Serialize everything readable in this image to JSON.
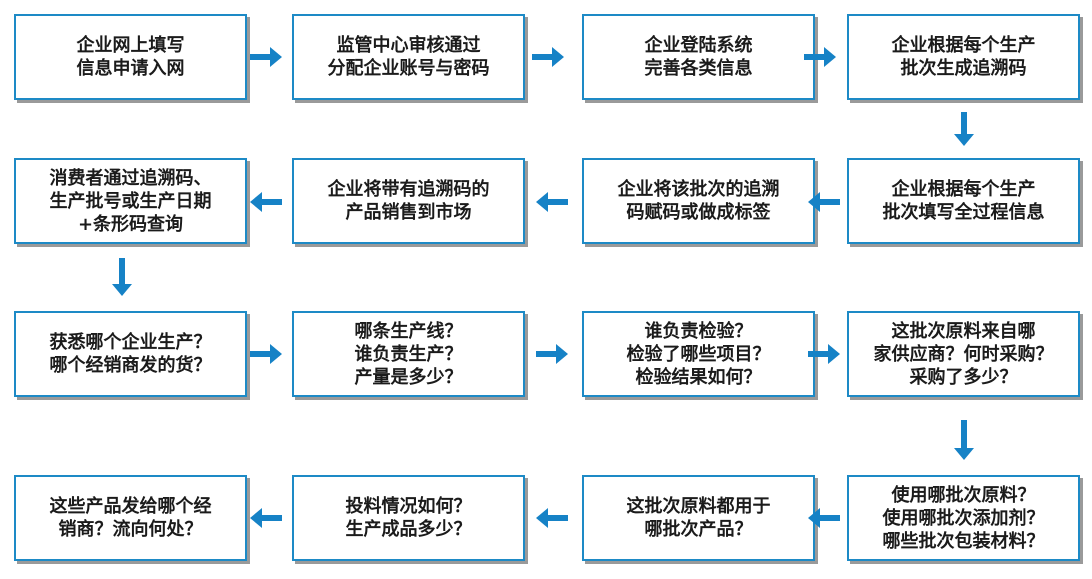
{
  "colors": {
    "box_border": "#1d8ac6",
    "arrow": "#1682c6",
    "shadow": "#9a9a9a",
    "text": "#1b1b1b"
  },
  "rows": [
    {
      "boxes": [
        {
          "text": "企业网上填写\n信息申请入网"
        },
        {
          "text": "监管中心审核通过\n分配企业账号与密码"
        },
        {
          "text": "企业登陆系统\n完善各类信息"
        },
        {
          "text": "企业根据每个生产\n批次生成追溯码"
        }
      ]
    },
    {
      "boxes": [
        {
          "text": "消费者通过追溯码、\n生产批号或生产日期\n+条形码查询"
        },
        {
          "text": "企业将带有追溯码的\n产品销售到市场"
        },
        {
          "text": "企业将该批次的追溯\n码赋码或做成标签"
        },
        {
          "text": "企业根据每个生产\n批次填写全过程信息"
        }
      ]
    },
    {
      "boxes": [
        {
          "text": "获悉哪个企业生产？\n哪个经销商发的货？"
        },
        {
          "text": "哪条生产线？\n谁负责生产？\n产量是多少？"
        },
        {
          "text": "谁负责检验？\n检验了哪些项目？\n检验结果如何？"
        },
        {
          "text": "这批次原料来自哪\n家供应商？何时采购？\n采购了多少？"
        }
      ]
    },
    {
      "boxes": [
        {
          "text": "这些产品发给哪个经\n销商？流向何处？"
        },
        {
          "text": "投料情况如何？\n生产成品多少？"
        },
        {
          "text": "这批次原料都用于\n哪批次产品？"
        },
        {
          "text": "使用哪批次原料？\n使用哪批次添加剂？\n哪些批次包装材料？"
        }
      ]
    }
  ]
}
